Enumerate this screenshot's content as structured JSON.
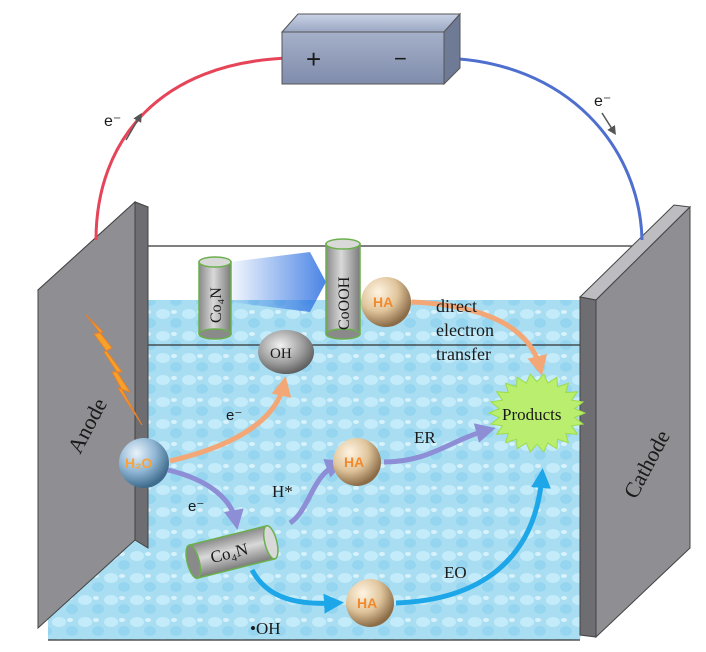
{
  "battery": {
    "plus": "+",
    "minus": "−"
  },
  "wire": {
    "anode_electron": "e⁻",
    "cathode_electron": "e⁻"
  },
  "electrodes": {
    "anode": "Anode",
    "cathode": "Cathode"
  },
  "species": {
    "co4n_top": "Co₄N",
    "cooh": "CoOOH",
    "ha_top": "HA",
    "oh_radical": "OH",
    "h2o": "H₂O",
    "co4n_bottom": "Co₄N",
    "ha_mid": "HA",
    "ha_bottom": "HA",
    "products": "Products"
  },
  "labels": {
    "direct_line1": "direct",
    "direct_line2": "electron",
    "direct_line3": "transfer",
    "e_to_oh": "e⁻",
    "e_to_co4n": "e⁻",
    "h_star": "H*",
    "er": "ER",
    "eo": "EO",
    "dot_oh": "•OH"
  },
  "colors": {
    "anode_wire": "#e64559",
    "cathode_wire": "#4f6fcf",
    "orange_arrow": "#f3a777",
    "purple_arrow": "#8d8ed6",
    "blue_arrow": "#1ea7e8",
    "water": "#a7dcf0",
    "electrode": "#8e8e93",
    "products": "#b9ee6e"
  }
}
